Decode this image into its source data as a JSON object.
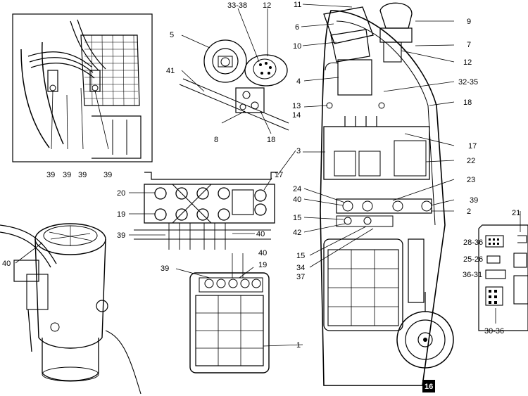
{
  "figure_number": "16",
  "callouts": {
    "c33_38": "33-38",
    "c12_top": "12",
    "c11": "11",
    "c9": "9",
    "c6": "6",
    "c10": "10",
    "c7": "7",
    "c12_right": "12",
    "c4": "4",
    "c32_35": "32-35",
    "c5": "5",
    "c41": "41",
    "c13": "13",
    "c14": "14",
    "c18_right": "18",
    "c8": "8",
    "c18_mid": "18",
    "c17_right": "17",
    "c3": "3",
    "c22": "22",
    "c23": "23",
    "c17_mid": "17",
    "c20": "20",
    "c19_mid": "19",
    "c39_mid": "39",
    "c40_mid": "40",
    "c24": "24",
    "c40_left": "40",
    "c15_a": "15",
    "c42": "42",
    "c15_b": "15",
    "c39_right": "39",
    "c2": "2",
    "c21": "21",
    "c28_36": "28-36",
    "c25_26": "25-26",
    "c36_31": "36-31",
    "c30_36": "30-36",
    "c40_low": "40",
    "c39_low": "39",
    "c19_low": "19",
    "c34": "34",
    "c37": "37",
    "c1": "1",
    "c40_far": "40",
    "c39_a": "39",
    "c39_b": "39",
    "c39_c": "39",
    "c39_d": "39"
  },
  "colors": {
    "ink": "#000000",
    "paper": "#ffffff"
  }
}
